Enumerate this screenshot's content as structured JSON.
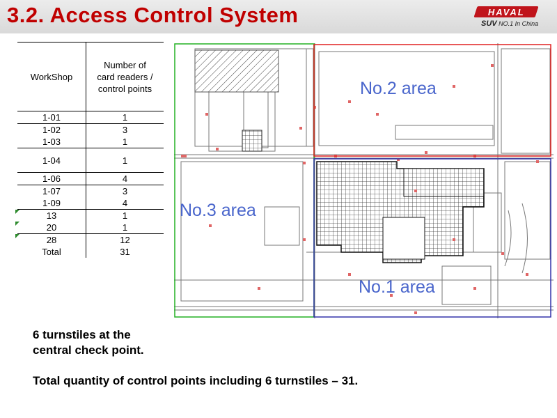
{
  "title": "3.2. Access Control System",
  "logo": {
    "brand": "HAVAL",
    "tag_strong": "SUV",
    "tag_rest": " NO.1  In  China"
  },
  "table": {
    "headers": {
      "workshop": "WorkShop",
      "points_lines": [
        "Number of",
        "card readers /",
        "control points"
      ]
    },
    "rows": [
      {
        "workshop": "1-01",
        "points": "1"
      },
      {
        "workshop": "1-02",
        "points": "3"
      },
      {
        "workshop": "1-03",
        "points": "1"
      },
      {
        "workshop": "1-04",
        "points": "1"
      },
      {
        "workshop": "1-06",
        "points": "4"
      },
      {
        "workshop": "1-07",
        "points": "3"
      },
      {
        "workshop": "1-09",
        "points": "4"
      },
      {
        "workshop": "13",
        "points": "1"
      },
      {
        "workshop": "20",
        "points": "1"
      },
      {
        "workshop": "28",
        "points": "12"
      },
      {
        "workshop": "Total",
        "points": "31"
      }
    ]
  },
  "areas": {
    "area1": "No.1 area",
    "area2": "No.2 area",
    "area3": "No.3 area"
  },
  "colors": {
    "title": "#c00000",
    "area1": "#3333aa",
    "area2": "#e02020",
    "area3": "#22b022",
    "area_text": "#4a66cc"
  },
  "caption": {
    "line1": "6 turnstiles at the",
    "line2": "central check point.",
    "line3": "Total quantity of control points including 6 turnstiles – 31."
  }
}
